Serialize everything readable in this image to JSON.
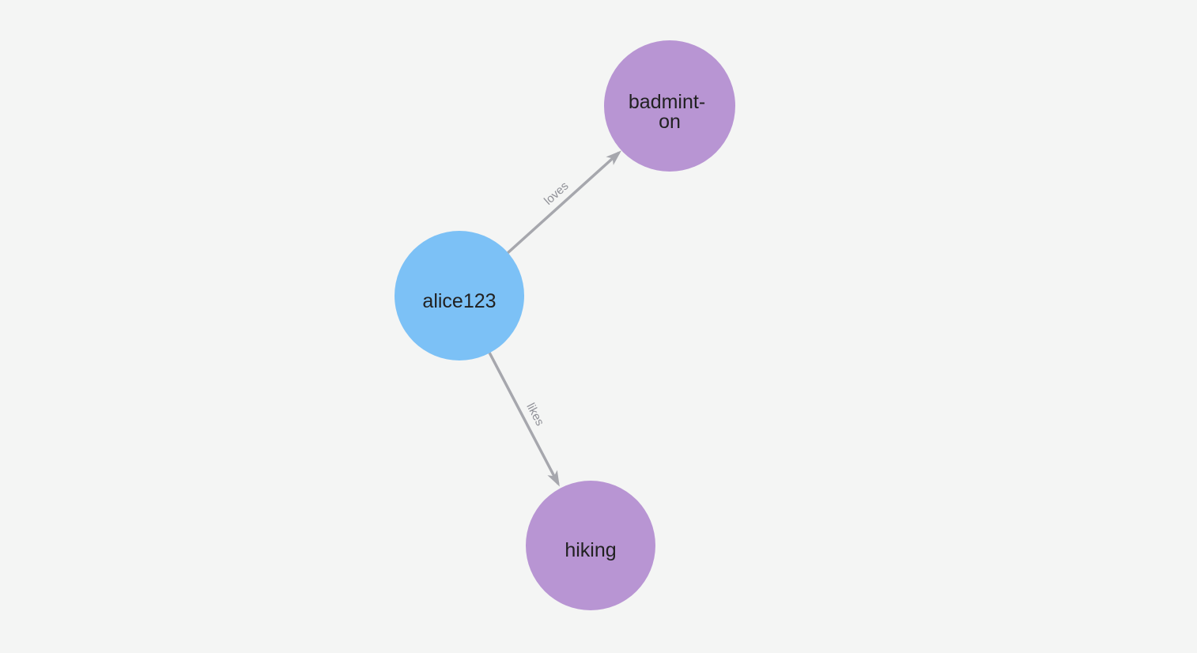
{
  "app": {
    "background_color": "#f4f5f4"
  },
  "graph": {
    "edge_color": "#a6a7ad",
    "edge_label_color": "#8f9097",
    "node_label_color": "#212121",
    "nodes": [
      {
        "id": "alice123",
        "label": "alice123",
        "color": "#7cc1f6"
      },
      {
        "id": "badminton",
        "label": "badminton",
        "label_lines": [
          "badmint-",
          "on"
        ],
        "color": "#b895d3"
      },
      {
        "id": "hiking",
        "label": "hiking",
        "color": "#b895d3"
      }
    ],
    "edges": [
      {
        "from": "alice123",
        "to": "badminton",
        "label": "loves"
      },
      {
        "from": "alice123",
        "to": "hiking",
        "label": "likes"
      }
    ]
  }
}
